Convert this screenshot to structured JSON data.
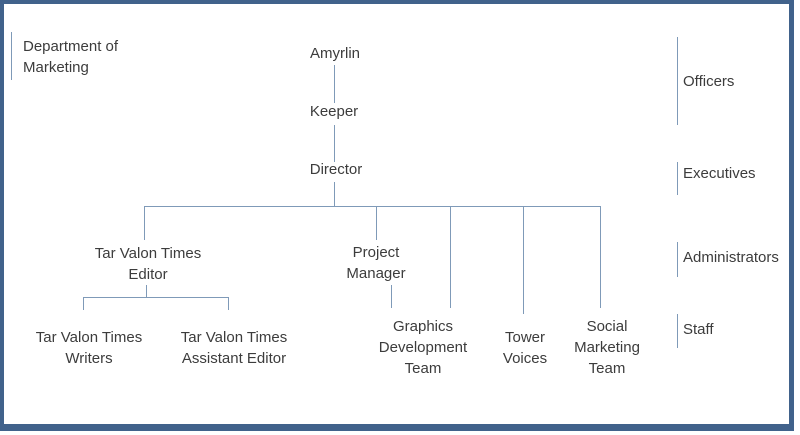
{
  "org_chart": {
    "department_label": "Department of\nMarketing",
    "nodes": {
      "amyrlin": {
        "label": "Amyrlin"
      },
      "keeper": {
        "label": "Keeper"
      },
      "director": {
        "label": "Director"
      },
      "tvt_editor": {
        "label": "Tar Valon Times\nEditor"
      },
      "project_manager": {
        "label": "Project\nManager"
      },
      "tvt_writers": {
        "label": "Tar Valon Times\nWriters"
      },
      "tvt_assistant_editor": {
        "label": "Tar Valon Times\nAssistant Editor"
      },
      "graphics_team": {
        "label": "Graphics\nDevelopment\nTeam"
      },
      "tower_voices": {
        "label": "Tower\nVoices"
      },
      "social_marketing_team": {
        "label": "Social\nMarketing\nTeam"
      }
    },
    "tiers": {
      "officers": "Officers",
      "executives": "Executives",
      "administrators": "Administrators",
      "staff": "Staff"
    },
    "colors": {
      "border": "#41628b",
      "connector": "#7f9ab8",
      "text": "#3c3c3c"
    }
  }
}
